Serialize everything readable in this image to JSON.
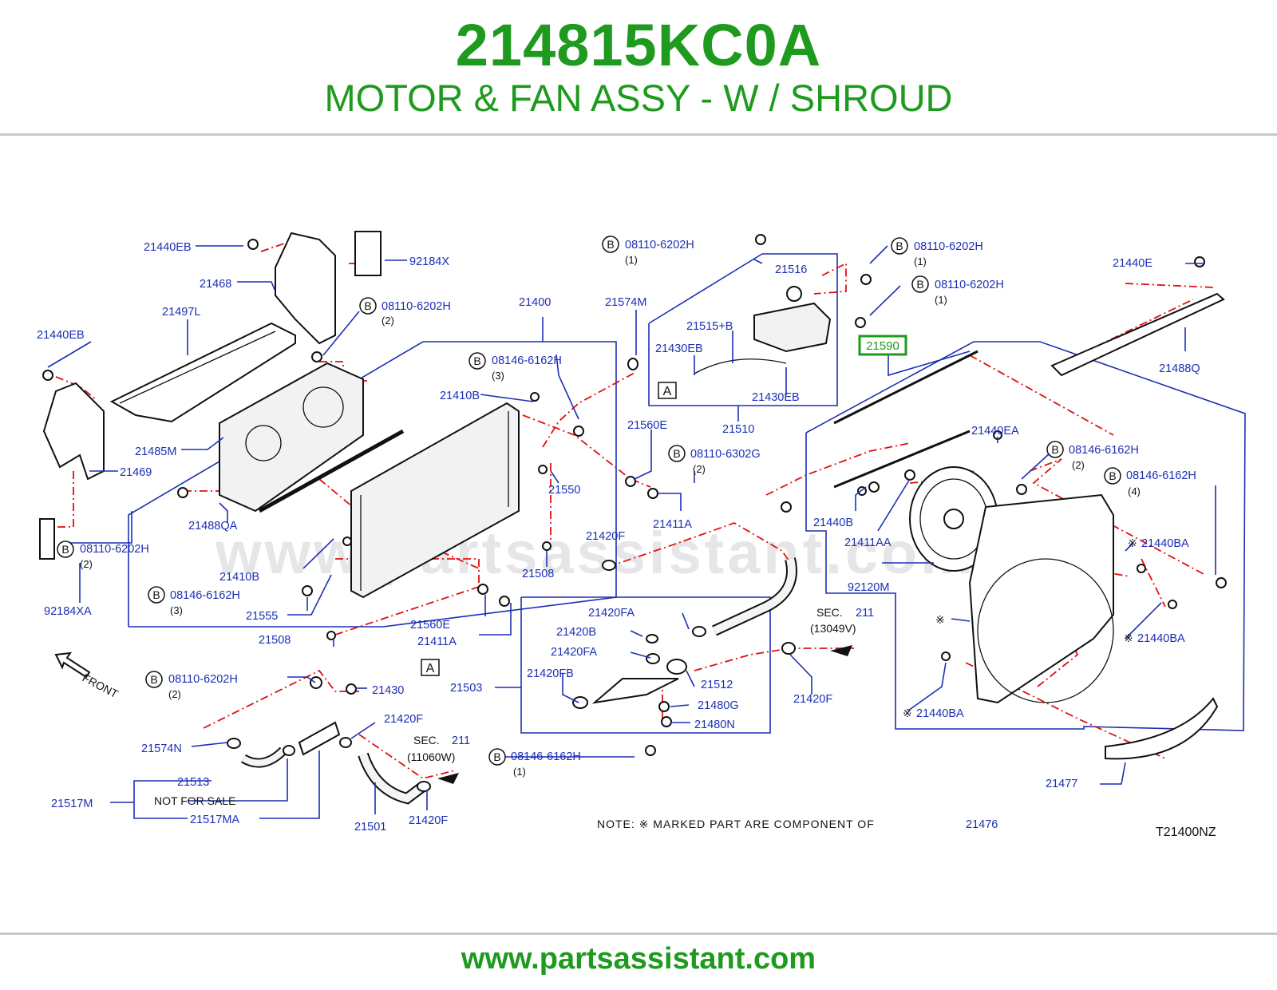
{
  "header": {
    "part_number": "214815KC0A",
    "part_name": "MOTOR & FAN ASSY - W / SHROUD"
  },
  "footer": {
    "url": "www.partsassistant.com"
  },
  "watermark": "www.partsassistant.com",
  "highlight_color": "#1e9a1e",
  "label_color": "#1b2fb5",
  "dash_color": "#e01010",
  "highlighted_part": "21590",
  "labels": {
    "l21440EB_a": "21440EB",
    "l92184X": "92184X",
    "l21468": "21468",
    "l08110_a": "08110-6202H",
    "q08110_a": "(2)",
    "l21497L": "21497L",
    "l21440EB_b": "21440EB",
    "l21485M": "21485M",
    "l21469": "21469",
    "l21488QA": "21488QA",
    "l08110_b": "08110-6202H",
    "q08110_b": "(2)",
    "l92184XA": "92184XA",
    "l21400": "21400",
    "l08146_a": "08146-6162H",
    "q08146_a": "(3)",
    "l21410B_a": "21410B",
    "l21410B_b": "21410B",
    "l08146_b": "08146-6162H",
    "q08146_b": "(3)",
    "l21555": "21555",
    "l21508_a": "21508",
    "l21508_b": "21508",
    "l21560E_a": "21560E",
    "l21560E_b": "21560E",
    "l21411A_a": "21411A",
    "l21411A_b": "21411A",
    "l21550": "21550",
    "l08110_c": "08110-6302G",
    "q08110_c": "(2)",
    "l21574M": "21574M",
    "l08110_d": "08110-6202H",
    "q08110_d": "(1)",
    "l21516": "21516",
    "l21515B": "21515+B",
    "l21430EB_a": "21430EB",
    "l21430EB_b": "21430EB",
    "l21510": "21510",
    "l08110_e": "08110-6202H",
    "q08110_e": "(1)",
    "l08110_f": "08110-6202H",
    "q08110_f": "(1)",
    "l21590": "21590",
    "l21440E": "21440E",
    "l21488Q": "21488Q",
    "l21440EA": "21440EA",
    "l08146_c": "08146-6162H",
    "q08146_c": "(2)",
    "l08146_d": "08146-6162H",
    "q08146_d": "(4)",
    "l21440B": "21440B",
    "l21411AA": "21411AA",
    "l92120M": "92120M",
    "l21440BA_a": "21440BA",
    "l21440BA_b": "21440BA",
    "l21440BA_c": "21440BA",
    "l21420F_a": "21420F",
    "l21420FA_a": "21420FA",
    "l21420B": "21420B",
    "l21420FA_b": "21420FA",
    "l21420FB": "21420FB",
    "l21512": "21512",
    "l21480G": "21480G",
    "l21480N": "21480N",
    "l21503": "21503",
    "l21420F_b": "21420F",
    "l21420F_c": "21420F",
    "l21420F_d": "21420F",
    "l08110_g": "08110-6202H",
    "q08110_g": "(2)",
    "l21430": "21430",
    "l21574N": "21574N",
    "l21513": "21513",
    "l21517M": "21517M",
    "l21517MA": "21517MA",
    "not_for_sale": "NOT  FOR  SALE",
    "l21501": "21501",
    "l08146_e": "08146-6162H",
    "q08146_e": "(1)",
    "l21477": "21477",
    "sec1_title": "SEC.",
    "sec1_num": "211",
    "sec1_sub": "(13049V)",
    "sec2_title": "SEC.",
    "sec2_num": "211",
    "sec2_sub": "(11060W)",
    "front": "FRONT",
    "note": "NOTE:  ※ MARKED  PART  ARE  COMPONENT  OF",
    "note_part": "21476",
    "diagram_code": "T21400NZ",
    "box_a": "A",
    "circle_b": "B",
    "mark": "※"
  }
}
